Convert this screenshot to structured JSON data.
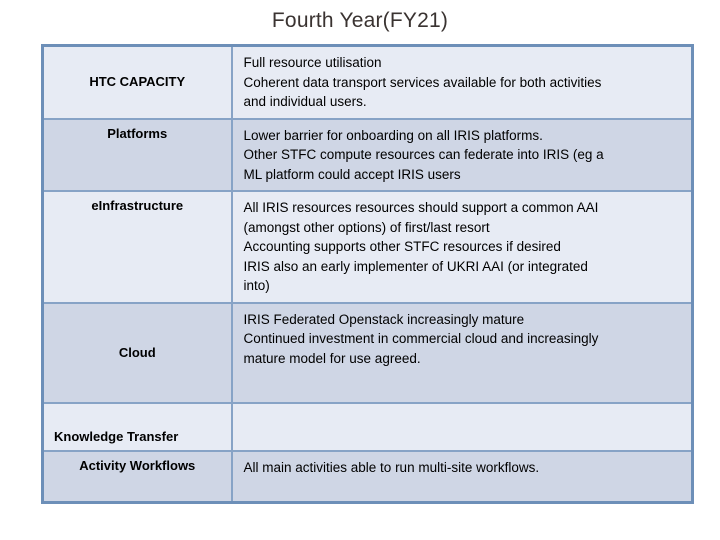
{
  "title": "Fourth Year(FY21)",
  "table": {
    "rows": [
      {
        "label": "HTC CAPACITY",
        "content": "Full resource utilisation\nCoherent data transport services available for both activities\nand individual users."
      },
      {
        "label": "Platforms",
        "content": "Lower barrier for onboarding on all IRIS platforms.\nOther STFC compute resources can federate into IRIS (eg a\nML platform could accept IRIS users"
      },
      {
        "label": "eInfrastructure",
        "content": "All IRIS resources resources should support a common AAI\n(amongst other options) of first/last resort\nAccounting supports other STFC resources if desired\nIRIS also an early implementer of UKRI AAI (or integrated\ninto)"
      },
      {
        "label": "Cloud",
        "content": "IRIS Federated Openstack increasingly mature\nContinued investment in commercial cloud and increasingly\nmature model for use agreed."
      },
      {
        "label": "Knowledge Transfer",
        "content": ""
      },
      {
        "label": "Activity Workflows",
        "content": "All main activities able to run multi-site workflows."
      }
    ]
  },
  "colors": {
    "title_text": "#3a3331",
    "body_text": "#000000",
    "row_light": "#e7ebf4",
    "row_band": "#cfd6e5",
    "border_inner": "#87a3c6",
    "border_outer": "#6d8fb8"
  }
}
